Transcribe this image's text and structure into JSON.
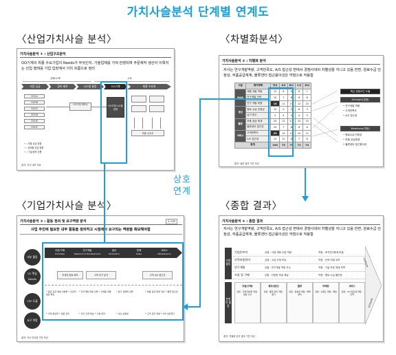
{
  "title": "가치사슬분석 단계별 연계도",
  "middle_label": [
    "상호",
    "연계"
  ],
  "sections": {
    "industry": "〈산업가치사슬 분석〉",
    "differentiation": "〈차별화분석〉",
    "corporate": "〈기업가치사슬 분석〉",
    "synthesis": "〈종합 결과〉"
  },
  "panel1": {
    "title": "가치사슬분석 ① : 산업구조분석",
    "desc": "OO기계의 최종 수요기업의 Needs가 무엇인지, 기술업체를 거쳐 반영되며 주문제작 생산이 이뤄지는 산업 형태를 기업 입장에서 가치 흐름으로 정리",
    "stages": [
      "부품 공급",
      "장비 제작",
      "시스템 통합",
      "OO기계",
      "최종 수요처"
    ],
    "labels": [
      "원료/소재",
      "부품",
      "OO기계 제작",
      "유통",
      "수요"
    ],
    "boxes_left": [
      "OOLA",
      "OOOB",
      "OOOC",
      "OOOD",
      "OOOE",
      "OOOF"
    ],
    "box_mid": "OO기계 제작사",
    "box_center": "OO기계 시스템 업체",
    "box_right": "최종 수요처",
    "notes": [
      "→ : 부품 공급 방향",
      "→ : 완제품 공급 방향",
      "→ : 기술/정보 흐름"
    ],
    "footer": "출처: 자사 내부 자료"
  },
  "panel2": {
    "title": "가치사슬분석 ② : 차별화 분석",
    "desc": "자사는 연구개발역량, 고객만족도, A/S 접근성 면에서 경쟁사대비 차별성을 지니고 있음 반면, 원료수급 안정성, 부품공급체계, 물류센터 접근용이성은 약점으로 작용함",
    "headers": [
      "구분",
      "평가항목",
      "자사",
      "A사",
      "B사",
      "C사",
      "D사"
    ],
    "rows": [
      {
        "cat": "R&D",
        "item": "제품 개발 역량",
        "v": [
          "12",
          "8",
          "9",
          "6",
          "7"
        ]
      },
      {
        "cat": "",
        "item": "연구개발 인력",
        "v": [
          "10",
          "7",
          "8",
          "8",
          "8"
        ]
      },
      {
        "cat": "",
        "item": "연구 개발 비용",
        "v": [
          "18",
          "11",
          "15",
          "12",
          "10"
        ]
      },
      {
        "cat": "생산",
        "item": "원료 수급 안정성",
        "v": [
          "10",
          "0",
          "5",
          "6",
          "3"
        ]
      },
      {
        "cat": "",
        "item": "납기 준수",
        "v": [
          "5",
          "4",
          "3",
          "4",
          "3"
        ]
      },
      {
        "cat": "물류",
        "item": "부품 공급 체계",
        "v": [
          "20",
          "12",
          "13",
          "10",
          "15"
        ]
      },
      {
        "cat": "",
        "item": "물류센터 접근성",
        "v": [
          "20",
          "7",
          "8",
          "8",
          "6"
        ]
      },
      {
        "cat": "서비스",
        "item": "고객만족도",
        "v": [
          "25",
          "15",
          "12",
          "15",
          "12"
        ]
      },
      {
        "cat": "",
        "item": "A/S 접근성",
        "v": [
          "10",
          "10",
          "8",
          "7",
          "8"
        ]
      }
    ],
    "total": {
      "item": "합계",
      "v": [
        "100",
        "73",
        "79",
        "71",
        "74"
      ]
    },
    "summary_head": "핵심 경쟁요인 도출",
    "strength_head": "Strength(강점)",
    "strengths": [
      "• 연구개발 역량",
      "• 고객만족도",
      "• A/S 접근성"
    ],
    "weakness_head": "Weakness(약점)",
    "weaknesses": [
      "• 원료수급 안정성",
      "• 부품 공급체계",
      "• 물류센터 접근용이성"
    ],
    "footer": "출처: 설문 결과 기반 작성"
  },
  "panel3": {
    "title": "가치사슬분석 ③ : 활동 정의 및 요구역량 분석",
    "tag": "도식화",
    "desc": "사업 추진에 필요한 내부 활동을 정의하고 시점에서 요구되는 역량을 확보해야함",
    "row_labels": [
      "내부 활동",
      "VC 핵심 Needs",
      "CSF 도출",
      "요구 역량"
    ],
    "chain": [
      "주문/구매",
      "연구개발",
      "생산",
      "판매",
      "서비스"
    ],
    "chain_sub": [
      "Purchase",
      "Research & Development",
      "Production",
      "Sales",
      "Maintenance"
    ],
    "needs": [
      "차세대 원료 확보",
      "고객 요구 분석",
      "고객 A/S 접근성"
    ],
    "csf": [
      "• 원료 공급 채널 다변화 • 안정적 원료 확보",
      "• 연구개발 역량 강화 • 신제품 개발",
      "• 원가 경쟁력 강화",
      "• 부품 공급 체계 개선 • 물류 접근성"
    ],
    "req": [
      "• 구매 협상력 • 원료 관리",
      "• 연구 인력 확보 • 기술 축적",
      "• 생산 효율성",
      "• 고객 관리 역량 • A/S 네트워크"
    ],
    "footer": "출처: 자사 인터뷰 기반 작성"
  },
  "panel4": {
    "title": "가치사슬분석 ④ : 종합 결과",
    "desc": "자사는 연구개발역량, 고객만족도, A/S 접근성 면에서 경쟁사대비 차별성을 지니고 있음 반면, 원료수급 안정성, 부품공급체계, 물류센터 접근용이성은 약점으로 작용함",
    "support_group": "지원 활동",
    "support": [
      {
        "label": "기업인프라",
        "a": "강점 : 사업 계획 수립 역량",
        "b": "약점 : 조직관리체계 미흡"
      },
      {
        "label": "인적자원관리",
        "a": "강점 : 고급 인재 보유",
        "b": "약점 : 인력 이탈 우려"
      },
      {
        "label": "연구개발",
        "a": "강점 : 연구개발 역량 우수",
        "b": "약점 : 기술 보호 체계 부족"
      },
      {
        "label": "조달 및 구매",
        "a": "강점 : 다양한 조달 채널",
        "b": "약점 : 원료 수급 불안정"
      }
    ],
    "primary_group": "본원적 활동",
    "primary": [
      "조달(구매)",
      "제조(생산)",
      "물류",
      "마케팅",
      "서비스"
    ],
    "primary_txt": [
      "강점 : 구매 협상력 약점 : 원료 수급",
      "강점 : 품질 관리 약점 : 원가",
      "강점 : 운송망 약점 : 물류센터",
      "강점 : 브랜드 약점 : 채널",
      "강점 : A/S 접근성 약점 : 인력"
    ],
    "margin": "MARGIN",
    "footer": "출처: 차별화 분석 결과 기반 작성"
  }
}
